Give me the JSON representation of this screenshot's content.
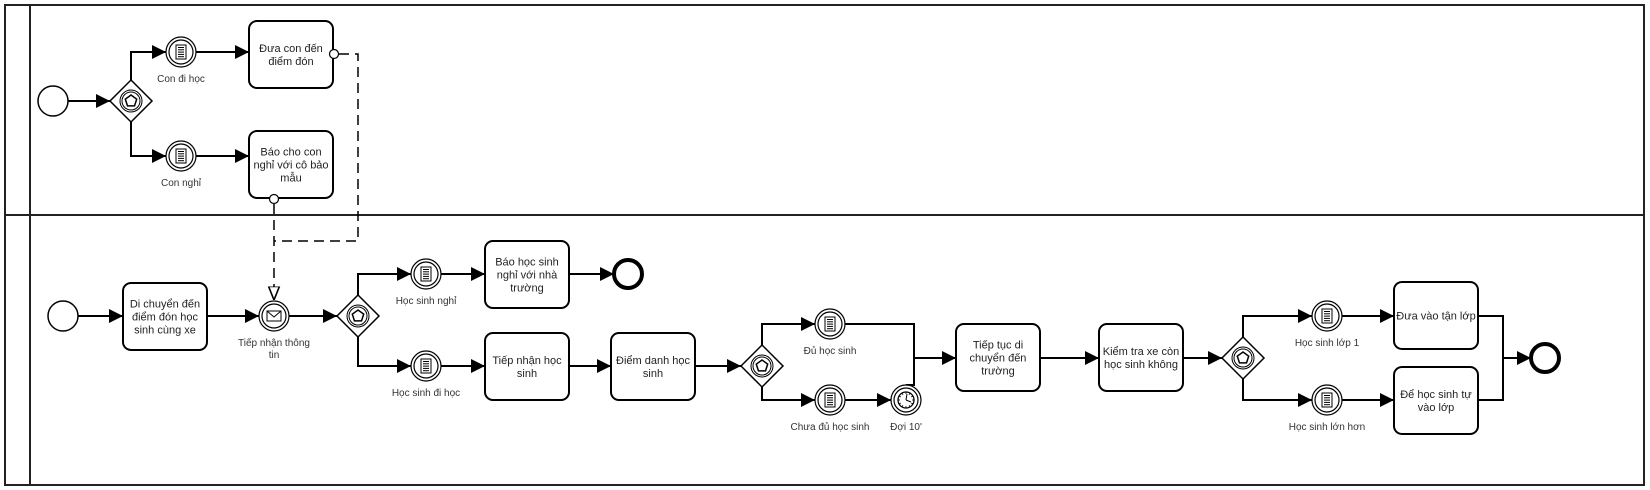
{
  "diagram": {
    "type": "BPMN collaboration",
    "lanes": [
      {
        "id": "lane-parent",
        "label": ""
      },
      {
        "id": "lane-bus",
        "label": ""
      }
    ],
    "tasks": [
      {
        "id": "t1",
        "lines": [
          "Đưa con đến",
          "điểm đón"
        ]
      },
      {
        "id": "t2",
        "lines": [
          "Báo cho con",
          "nghỉ với cô bảo",
          "mẫu"
        ]
      },
      {
        "id": "t3",
        "lines": [
          "Di chuyển đến",
          "điểm đón học",
          "sinh cùng xe"
        ]
      },
      {
        "id": "t4",
        "lines": [
          "Báo học sinh",
          "nghỉ với nhà",
          "trường"
        ]
      },
      {
        "id": "t5",
        "lines": [
          "Tiếp nhận học",
          "sinh"
        ]
      },
      {
        "id": "t6",
        "lines": [
          "Điểm danh học",
          "sinh"
        ]
      },
      {
        "id": "t7",
        "lines": [
          "Tiếp tục di",
          "chuyển đến",
          "trường"
        ]
      },
      {
        "id": "t8",
        "lines": [
          "Kiểm tra xe còn",
          "học sinh không"
        ]
      },
      {
        "id": "t9",
        "lines": [
          "Đưa vào tận lớp"
        ]
      },
      {
        "id": "t10",
        "lines": [
          "Để học sinh tự",
          "vào lớp"
        ]
      }
    ],
    "events": [
      {
        "id": "e1",
        "kind": "start",
        "icon": "",
        "lines": []
      },
      {
        "id": "e2",
        "kind": "intermediate",
        "icon": "conditional-icon",
        "lines": [
          "Con đi học"
        ]
      },
      {
        "id": "e3",
        "kind": "intermediate",
        "icon": "conditional-icon",
        "lines": [
          "Con nghỉ"
        ]
      },
      {
        "id": "e4",
        "kind": "start",
        "icon": "",
        "lines": []
      },
      {
        "id": "e5",
        "kind": "intermediate",
        "icon": "message-icon",
        "lines": [
          "Tiếp nhận thông",
          "tin"
        ]
      },
      {
        "id": "e6",
        "kind": "intermediate",
        "icon": "conditional-icon",
        "lines": [
          "Học sinh nghỉ"
        ]
      },
      {
        "id": "e7",
        "kind": "intermediate",
        "icon": "conditional-icon",
        "lines": [
          "Học sinh đi học"
        ]
      },
      {
        "id": "e8",
        "kind": "end",
        "icon": "",
        "lines": []
      },
      {
        "id": "e9",
        "kind": "intermediate",
        "icon": "conditional-icon",
        "lines": [
          "Đủ học sinh"
        ]
      },
      {
        "id": "e10",
        "kind": "intermediate",
        "icon": "conditional-icon",
        "lines": [
          "Chưa đủ học sinh"
        ]
      },
      {
        "id": "e11",
        "kind": "intermediate",
        "icon": "timer-icon",
        "lines": [
          "Đợi 10'"
        ]
      },
      {
        "id": "e12",
        "kind": "intermediate",
        "icon": "conditional-icon",
        "lines": [
          "Học sinh lớp 1"
        ]
      },
      {
        "id": "e13",
        "kind": "intermediate",
        "icon": "conditional-icon",
        "lines": [
          "Học sinh lớn hơn"
        ]
      },
      {
        "id": "e14",
        "kind": "end",
        "icon": "",
        "lines": []
      }
    ],
    "gateways": [
      {
        "id": "g1",
        "kind": "event-based"
      },
      {
        "id": "g2",
        "kind": "event-based"
      },
      {
        "id": "g3",
        "kind": "event-based"
      },
      {
        "id": "g4",
        "kind": "event-based"
      }
    ],
    "sequence_flows": [
      [
        "e1",
        "g1"
      ],
      [
        "g1",
        "e2"
      ],
      [
        "g1",
        "e3"
      ],
      [
        "e2",
        "t1"
      ],
      [
        "e3",
        "t2"
      ],
      [
        "e4",
        "t3"
      ],
      [
        "t3",
        "e5"
      ],
      [
        "e5",
        "g2"
      ],
      [
        "g2",
        "e6"
      ],
      [
        "g2",
        "e7"
      ],
      [
        "e6",
        "t4"
      ],
      [
        "t4",
        "e8"
      ],
      [
        "e7",
        "t5"
      ],
      [
        "t5",
        "t6"
      ],
      [
        "t6",
        "g3"
      ],
      [
        "g3",
        "e9"
      ],
      [
        "g3",
        "e10"
      ],
      [
        "e10",
        "e11"
      ],
      [
        "e9",
        "t7"
      ],
      [
        "e11",
        "t7"
      ],
      [
        "t7",
        "t8"
      ],
      [
        "t8",
        "g4"
      ],
      [
        "g4",
        "e12"
      ],
      [
        "g4",
        "e13"
      ],
      [
        "e12",
        "t9"
      ],
      [
        "e13",
        "t10"
      ],
      [
        "t9",
        "e14"
      ],
      [
        "t10",
        "e14"
      ]
    ],
    "message_flows": [
      [
        "t1",
        "e5"
      ],
      [
        "t2",
        "e5"
      ]
    ]
  }
}
